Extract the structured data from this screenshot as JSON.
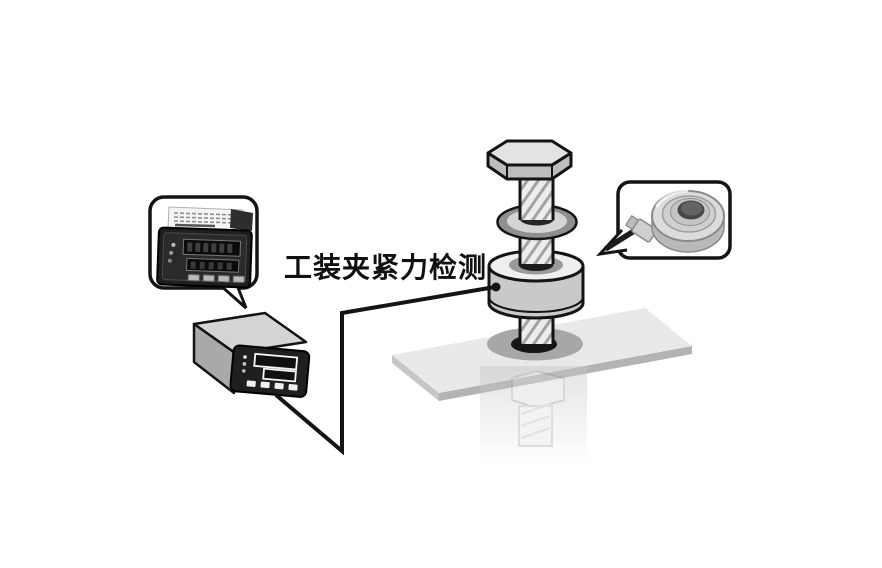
{
  "label": {
    "text": "工装夹紧力检测"
  },
  "colors": {
    "background": "#ffffff",
    "outline": "#141414",
    "text": "#111111",
    "plate_top": "#e9e9e9",
    "plate_edge_front": "#b3b3b3",
    "plate_edge_left": "#c6c6c6",
    "boss_gray": "#a7a7a7",
    "metal_light": "#efefef",
    "metal_mid": "#c9c9c9",
    "metal_dark": "#8f8f8f",
    "panel_black": "#1f1f1f",
    "callout_fill": "#ffffff"
  },
  "components": {
    "left_callout": "panel-indicator-photo-callout",
    "controller": "display-controller-unit-3d",
    "bolt": "hex-bolt-with-threaded-shaft",
    "washer": "flat-washer",
    "load_cell": "through-hole-washer-load-cell",
    "plate": "fixture-plate",
    "ghost": "hidden-nut-below-plate",
    "right_callout": "ring-load-cell-photo-callout",
    "cable": "sensor-signal-cable"
  }
}
